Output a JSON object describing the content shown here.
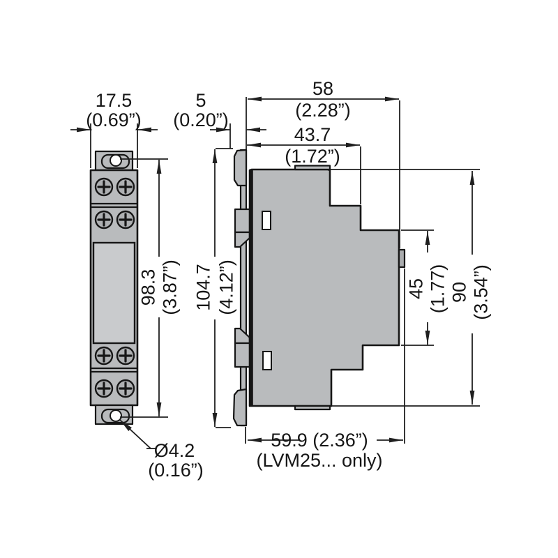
{
  "drawing": {
    "colors": {
      "line": "#161616",
      "body_fill": "#b9bbbd",
      "panel_fill": "#c9cbcd",
      "background": "#ffffff"
    },
    "front_view": {
      "width": {
        "mm": "17.5",
        "in": "(0.69”)"
      },
      "hole_pitch": {
        "mm": "98.3",
        "in": "(3.87”)"
      },
      "hole_dia": {
        "mm": "Ø4.2",
        "in": "(0.16”)"
      }
    },
    "side_view": {
      "clip_depth": {
        "mm": "5",
        "in": "(0.20”)"
      },
      "total_depth": {
        "mm": "58",
        "in": "(2.28”)"
      },
      "upper_depth": {
        "mm": "43.7",
        "in": "(1.72”)"
      },
      "total_height": {
        "mm": "104.7",
        "in": "(4.12”)"
      },
      "front_height": {
        "mm": "45",
        "in": "(1.77)"
      },
      "body_height": {
        "mm": "90",
        "in": "(3.54”)"
      },
      "lvm25_depth": {
        "value": "59.9 (2.36”)",
        "note": "(LVM25... only)"
      }
    }
  }
}
